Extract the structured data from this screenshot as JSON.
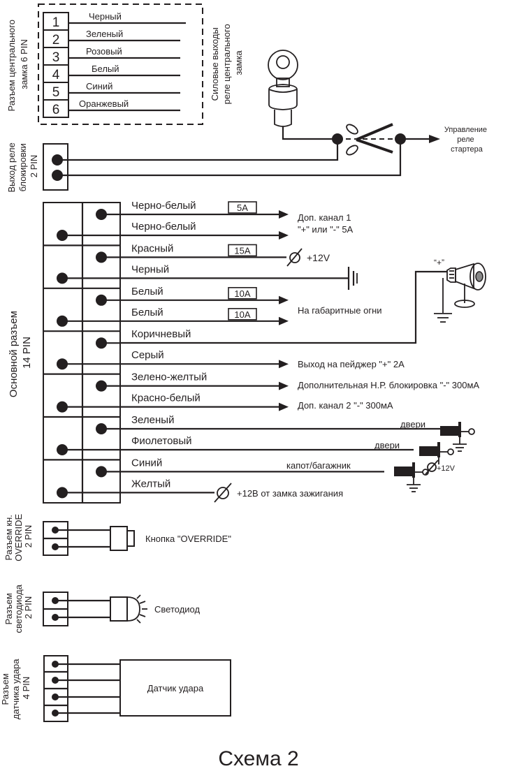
{
  "title": "Схема 2",
  "central_lock": {
    "connector_label": [
      "Разъем центрального",
      "замка 6 PIN"
    ],
    "outputs_label": [
      "Силовые выходы",
      "реле центрального",
      "замка"
    ],
    "pins": [
      {
        "num": "1",
        "wire": "Черный"
      },
      {
        "num": "2",
        "wire": "Зеленый"
      },
      {
        "num": "3",
        "wire": "Розовый"
      },
      {
        "num": "4",
        "wire": "Белый"
      },
      {
        "num": "5",
        "wire": "Синий"
      },
      {
        "num": "6",
        "wire": "Оранжевый"
      }
    ]
  },
  "block_relay": {
    "connector_label": [
      "Выход реле",
      "блокировки",
      "2 PIN"
    ],
    "starter_label": [
      "Управление",
      "реле",
      "стартера"
    ]
  },
  "main_connector": {
    "label": [
      "Основной разъем",
      "14 PIN"
    ],
    "wires": [
      {
        "color": "Черно-белый",
        "fuse": "5A"
      },
      {
        "color": "Черно-белый",
        "fuse": ""
      },
      {
        "color": "Красный",
        "fuse": "15A"
      },
      {
        "color": "Черный",
        "fuse": ""
      },
      {
        "color": "Белый",
        "fuse": "10A"
      },
      {
        "color": "Белый",
        "fuse": "10A"
      },
      {
        "color": "Коричневый",
        "fuse": ""
      },
      {
        "color": "Серый",
        "fuse": ""
      },
      {
        "color": "Зелено-желтый",
        "fuse": ""
      },
      {
        "color": "Красно-белый",
        "fuse": ""
      },
      {
        "color": "Зеленый",
        "fuse": ""
      },
      {
        "color": "Фиолетовый",
        "fuse": ""
      },
      {
        "color": "Синий",
        "fuse": ""
      },
      {
        "color": "Желтый",
        "fuse": ""
      }
    ],
    "destinations": {
      "aux1_line1": "Доп. канал 1",
      "aux1_line2": "\"+\" или \"-\" 5А",
      "power": "+12V",
      "lights": "На габаритные огни",
      "siren_plus": "“+”",
      "pager": "Выход на пейджер \"+\" 2А",
      "extra_block": "Дополнительная Н.Р. блокировка \"-\" 300мА",
      "aux2": "Доп. канал 2 \"-\" 300мА",
      "doors1": "двери",
      "doors2": "двери",
      "door_power": "+12V",
      "hood": "капот/багажник",
      "ignition": "+12В от замка зажигания"
    }
  },
  "override": {
    "connector_label": [
      "Разъем кн.",
      "OVERRIDE",
      "2 PIN"
    ],
    "device": "Кнопка \"OVERRIDE\""
  },
  "led": {
    "connector_label": [
      "Разъем",
      "светодиода",
      "2 PIN"
    ],
    "device": "Светодиод"
  },
  "shock": {
    "connector_label": [
      "Разъем",
      "датчика удара",
      "4 PIN"
    ],
    "device": "Датчик удара"
  }
}
